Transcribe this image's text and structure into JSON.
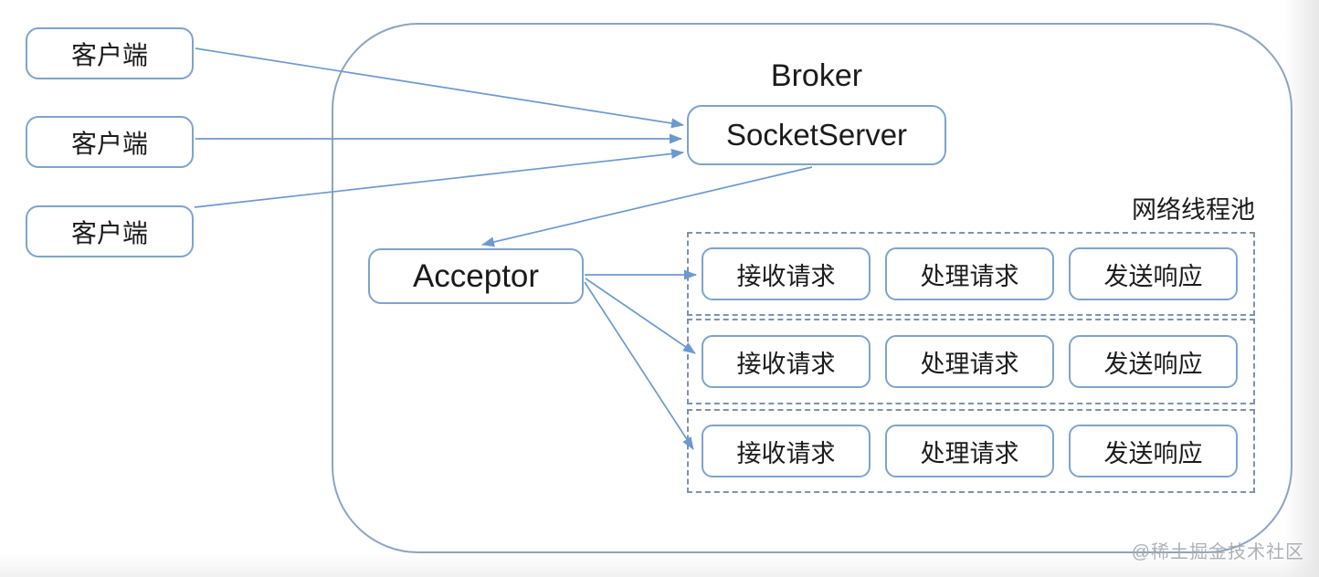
{
  "diagram": {
    "broker_title": "Broker",
    "socket_server_label": "SocketServer",
    "acceptor_label": "Acceptor",
    "thread_pool_label": "网络线程池",
    "clients": [
      {
        "label": "客户端"
      },
      {
        "label": "客户端"
      },
      {
        "label": "客户端"
      }
    ],
    "thread_pool_rows": [
      {
        "boxes": [
          "接收请求",
          "处理请求",
          "发送响应"
        ]
      },
      {
        "boxes": [
          "接收请求",
          "处理请求",
          "发送响应"
        ]
      },
      {
        "boxes": [
          "接收请求",
          "处理请求",
          "发送响应"
        ]
      }
    ],
    "edges": [
      {
        "from": "client-1",
        "to": "socket-server"
      },
      {
        "from": "client-2",
        "to": "socket-server"
      },
      {
        "from": "client-3",
        "to": "socket-server"
      },
      {
        "from": "socket-server",
        "to": "acceptor"
      },
      {
        "from": "acceptor",
        "to": "thread-pool-row-1"
      },
      {
        "from": "acceptor",
        "to": "thread-pool-row-2"
      },
      {
        "from": "acceptor",
        "to": "thread-pool-row-3"
      }
    ],
    "watermark": "@稀土掘金技术社区"
  },
  "colors": {
    "node_border": "#7fa3cc",
    "arrow": "#6d99d1",
    "dashed_border": "#7e93aa",
    "container_border": "#8da3c2",
    "text": "#1b1b1b",
    "watermark_text": "#a4a9b0"
  }
}
